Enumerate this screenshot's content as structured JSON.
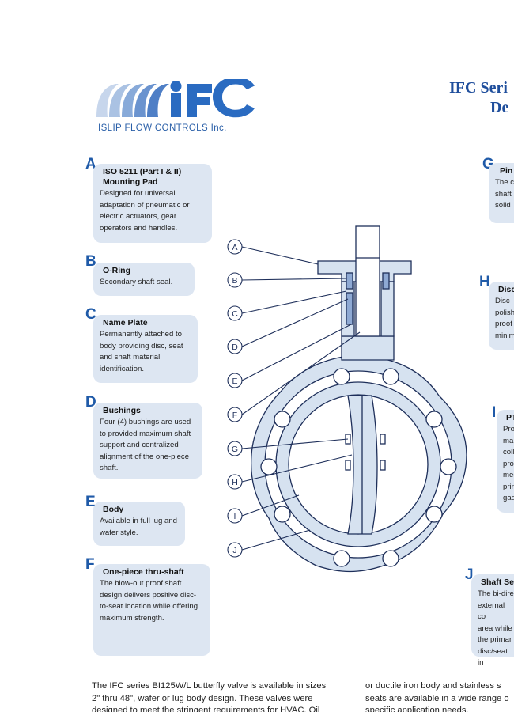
{
  "logo": {
    "letters": "iFC",
    "subtitle": "ISLIP FLOW CONTROLS Inc."
  },
  "title": {
    "line1": "IFC Seri",
    "line2": "De"
  },
  "callouts_left": [
    {
      "letter": "A",
      "title": "ISO 5211 (Part I & II) Mounting Pad",
      "desc": "Designed for universal adaptation of pneumatic or electric actuators, gear operators and handles."
    },
    {
      "letter": "B",
      "title": "O-Ring",
      "desc": "Secondary shaft seal."
    },
    {
      "letter": "C",
      "title": "Name Plate",
      "desc": "Permanently attached to body providing disc, seat and shaft material identification."
    },
    {
      "letter": "D",
      "title": "Bushings",
      "desc": "Four (4) bushings are used to provided maximum shaft support and centralized alignment of the one-piece shaft."
    },
    {
      "letter": "E",
      "title": "Body",
      "desc": "Available in full lug and wafer style."
    },
    {
      "letter": "F",
      "title": "One-piece thru-shaft",
      "desc": "The blow-out proof shaft design delivers positive disc-to-seat location while offering maximum strength."
    }
  ],
  "callouts_right": [
    {
      "letter": "G",
      "title": "Pin",
      "lines": [
        "The c",
        "shaft",
        "solid"
      ]
    },
    {
      "letter": "H",
      "title": "Disc",
      "lines": [
        "Disc",
        "polish",
        "proof",
        "minim"
      ]
    },
    {
      "letter": "I",
      "title": "PT",
      "lines": [
        "Pro",
        "mai",
        "coll",
        "pro",
        "mec",
        "prin",
        "gas"
      ]
    },
    {
      "letter": "J",
      "title": "Shaft Se",
      "lines": [
        "The bi-dire",
        "external co",
        "area while",
        "the primar",
        "disc/seat in"
      ]
    }
  ],
  "diagram_labels": [
    "A",
    "B",
    "C",
    "D",
    "E",
    "F",
    "G",
    "H",
    "I",
    "J"
  ],
  "body_left": [
    "The IFC series BI125W/L butterfly valve is available in sizes",
    "2\" thru 48\", wafer or lug body design. These valves were",
    "designed to meet the stringent requirements for HVAC, Oil"
  ],
  "body_right": [
    "or ductile iron body and stainless s",
    "seats are available in a wide range o",
    "specific application needs."
  ],
  "colors": {
    "accent_blue": "#1f5aa8",
    "card_bg": "#dde6f2",
    "valve_fill": "#d6e2f0",
    "valve_stroke": "#1e2f5a"
  }
}
